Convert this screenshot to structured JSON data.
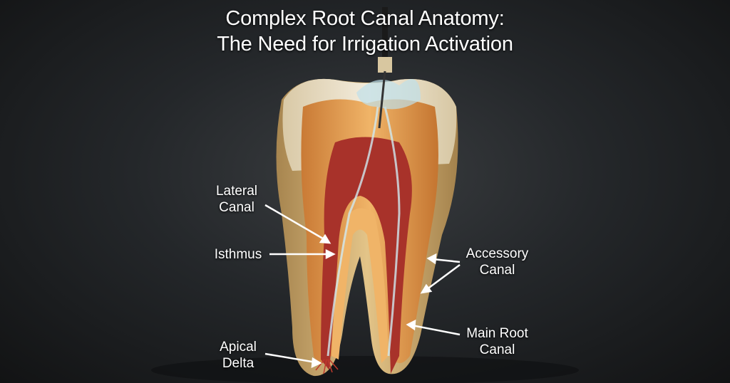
{
  "title": {
    "line1": "Complex Root Canal Anatomy:",
    "line2": "The Need for Irrigation Activation"
  },
  "labels": {
    "lateral_canal": {
      "line1": "Lateral",
      "line2": "Canal"
    },
    "isthmus": "Isthmus",
    "accessory_canal": {
      "line1": "Accessory",
      "line2": "Canal"
    },
    "main_root_canal": {
      "line1": "Main Root",
      "line2": "Canal"
    },
    "apical_delta": {
      "line1": "Apical",
      "line2": "Delta"
    }
  },
  "colors": {
    "enamel": "#efe6d2",
    "dentin": "#e8a85a",
    "pulp": "#a8322a",
    "label": "#ffffff"
  }
}
